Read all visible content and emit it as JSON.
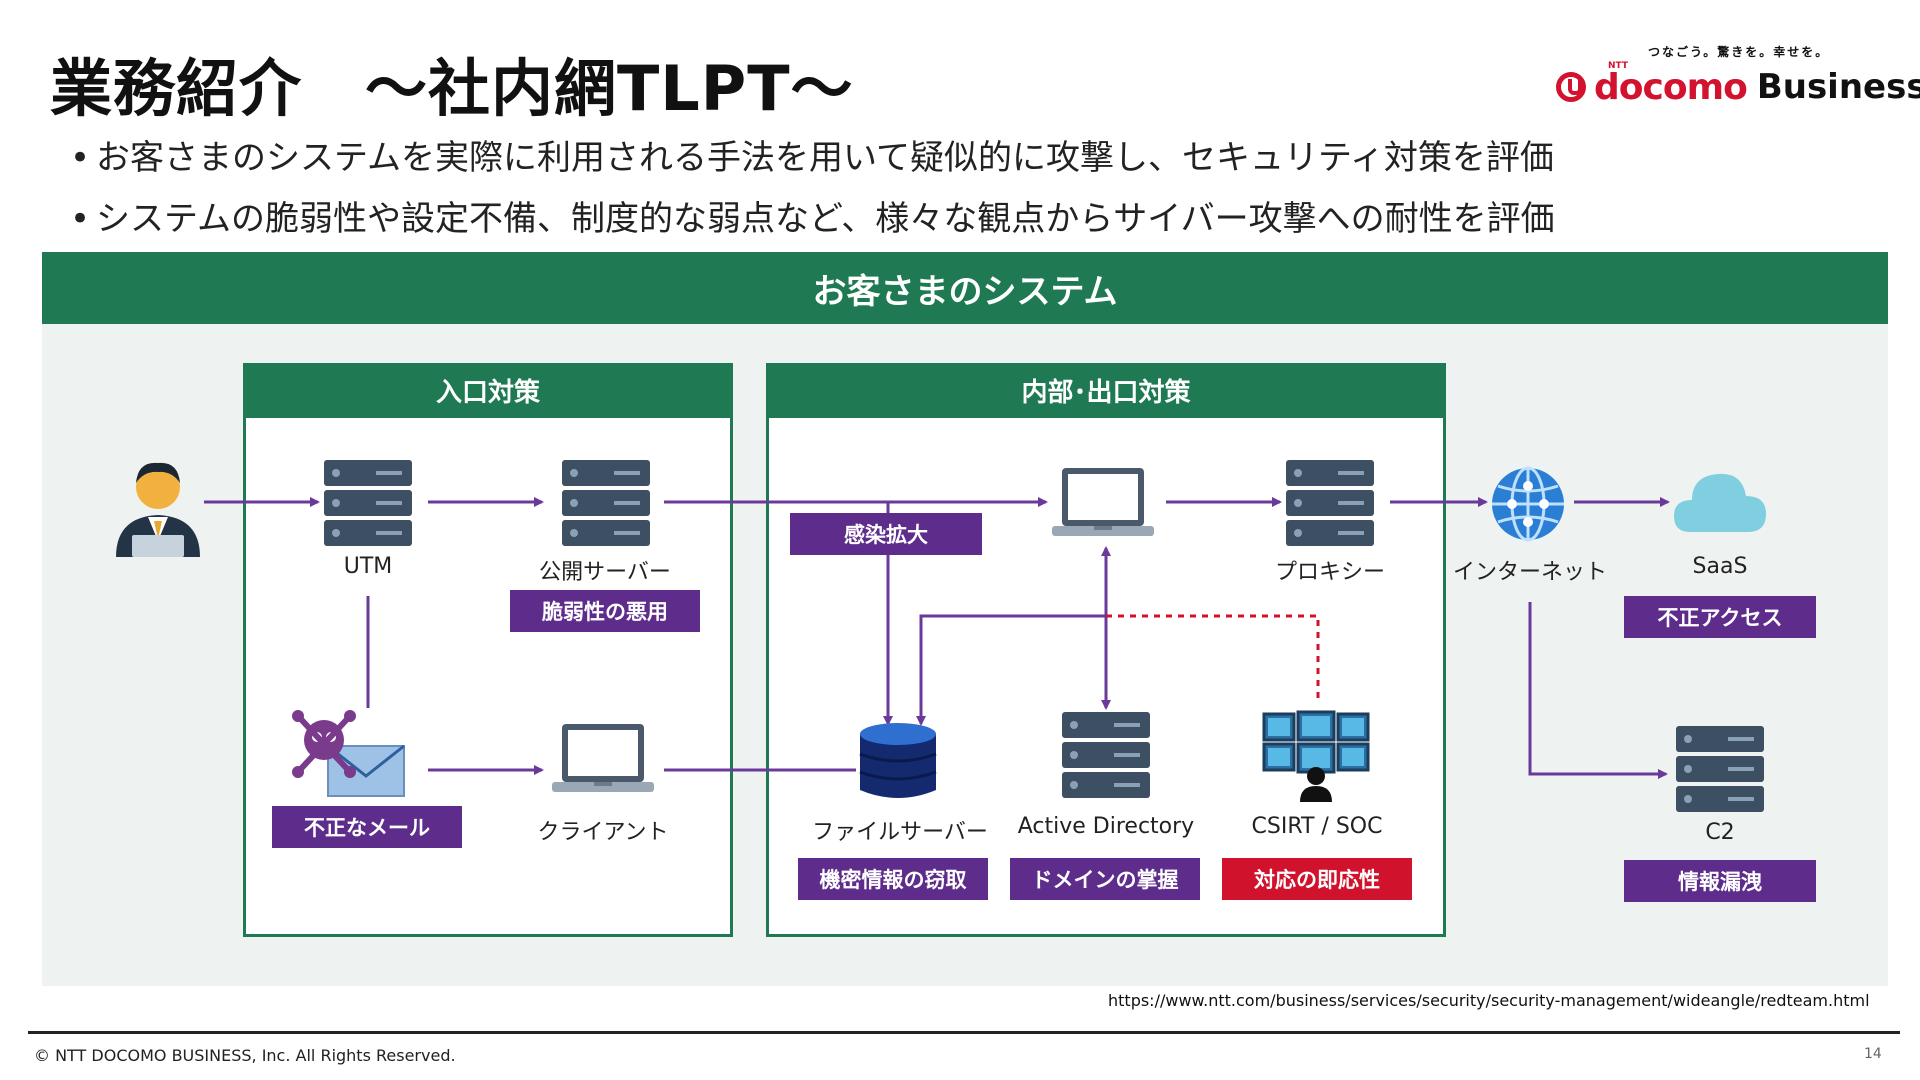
{
  "header": {
    "title": "業務紹介　～社内網TLPT～",
    "logo": {
      "tagline": "つなごう。驚きを。幸せを。",
      "ntt": "NTT",
      "docomo": "docomo",
      "business": "Business"
    }
  },
  "bullets": [
    "お客さまのシステムを実際に利用される手法を用いて疑似的に攻撃し、セキュリティ対策を評価",
    "システムの脆弱性や設定不備、制度的な弱点など、様々な観点からサイバー攻撃への耐性を評価"
  ],
  "diagram": {
    "panel_title": "お客さまのシステム",
    "groups": {
      "entry": "入口対策",
      "internal": "内部･出口対策"
    },
    "nodes": {
      "attacker": "",
      "utm": "UTM",
      "public_server": "公開サーバー",
      "malicious_mail": "不正なメール",
      "client": "クライアント",
      "internal_pc": "",
      "proxy": "プロキシー",
      "file_server": "ファイルサーバー",
      "active_directory": "Active Directory",
      "csirt_soc": "CSIRT / SOC",
      "internet": "インターネット",
      "saas": "SaaS",
      "c2": "C2"
    },
    "tags": {
      "vuln": "脆弱性の悪用",
      "infection": "感染拡大",
      "theft": "機密情報の窃取",
      "domain": "ドメインの掌握",
      "response": "対応の即応性",
      "unauthorized": "不正アクセス",
      "leak": "情報漏洩"
    },
    "colors": {
      "green": "#1f7a54",
      "purple": "#5e2d8c",
      "red": "#d0122d",
      "arrow": "#6a3a9a"
    }
  },
  "footer": {
    "url": "https://www.ntt.com/business/services/security/security-management/wideangle/redteam.html",
    "copyright": "© NTT DOCOMO BUSINESS, Inc. All Rights Reserved.",
    "page": "14"
  }
}
